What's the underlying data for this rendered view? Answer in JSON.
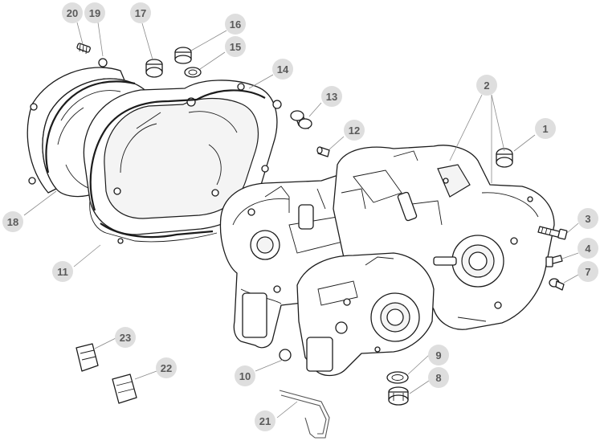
{
  "diagram": {
    "callouts": [
      {
        "id": "callout-1",
        "label": "1"
      },
      {
        "id": "callout-2",
        "label": "2"
      },
      {
        "id": "callout-3",
        "label": "3"
      },
      {
        "id": "callout-4",
        "label": "4"
      },
      {
        "id": "callout-7",
        "label": "7"
      },
      {
        "id": "callout-8",
        "label": "8"
      },
      {
        "id": "callout-9",
        "label": "9"
      },
      {
        "id": "callout-10",
        "label": "10"
      },
      {
        "id": "callout-11",
        "label": "11"
      },
      {
        "id": "callout-12",
        "label": "12"
      },
      {
        "id": "callout-13",
        "label": "13"
      },
      {
        "id": "callout-14",
        "label": "14"
      },
      {
        "id": "callout-15",
        "label": "15"
      },
      {
        "id": "callout-16",
        "label": "16"
      },
      {
        "id": "callout-17",
        "label": "17"
      },
      {
        "id": "callout-18",
        "label": "18"
      },
      {
        "id": "callout-19",
        "label": "19"
      },
      {
        "id": "callout-20",
        "label": "20"
      },
      {
        "id": "callout-21",
        "label": "21"
      },
      {
        "id": "callout-22",
        "label": "22"
      },
      {
        "id": "callout-23",
        "label": "23"
      }
    ],
    "colors": {
      "callout_fill": "#dedede",
      "callout_text": "#5a5a5a",
      "line": "#1c1c1c",
      "background": "#ffffff"
    }
  }
}
